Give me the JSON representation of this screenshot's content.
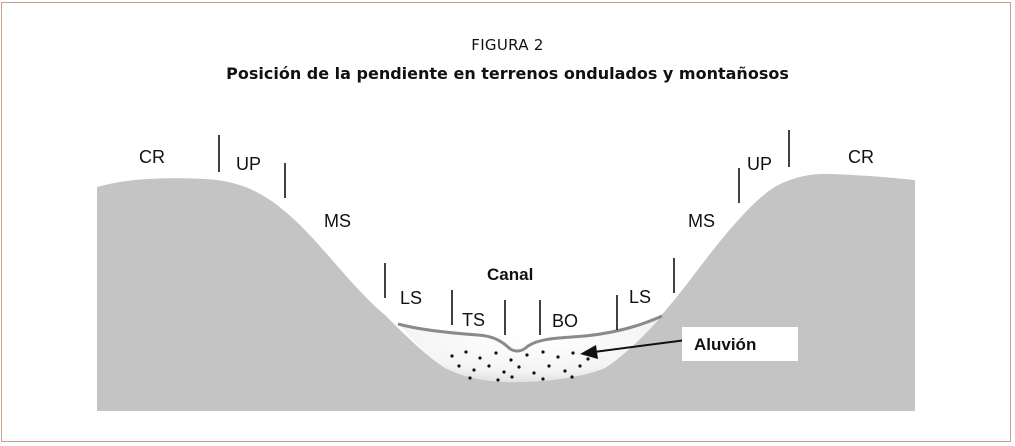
{
  "figure": {
    "label": "FIGURA 2",
    "title": "Posición de la pendiente en terrenos ondulados y montañosos"
  },
  "diagram": {
    "labels": {
      "cr_left": "CR",
      "up_left": "UP",
      "ms_left": "MS",
      "ls_left": "LS",
      "ts": "TS",
      "canal": "Canal",
      "bo": "BO",
      "ls_right": "LS",
      "ms_right": "MS",
      "up_right": "UP",
      "cr_right": "CR",
      "aluvion": "Aluvión"
    },
    "colors": {
      "terrain": "#c4c4c4",
      "border": "#c9a08c"
    }
  }
}
